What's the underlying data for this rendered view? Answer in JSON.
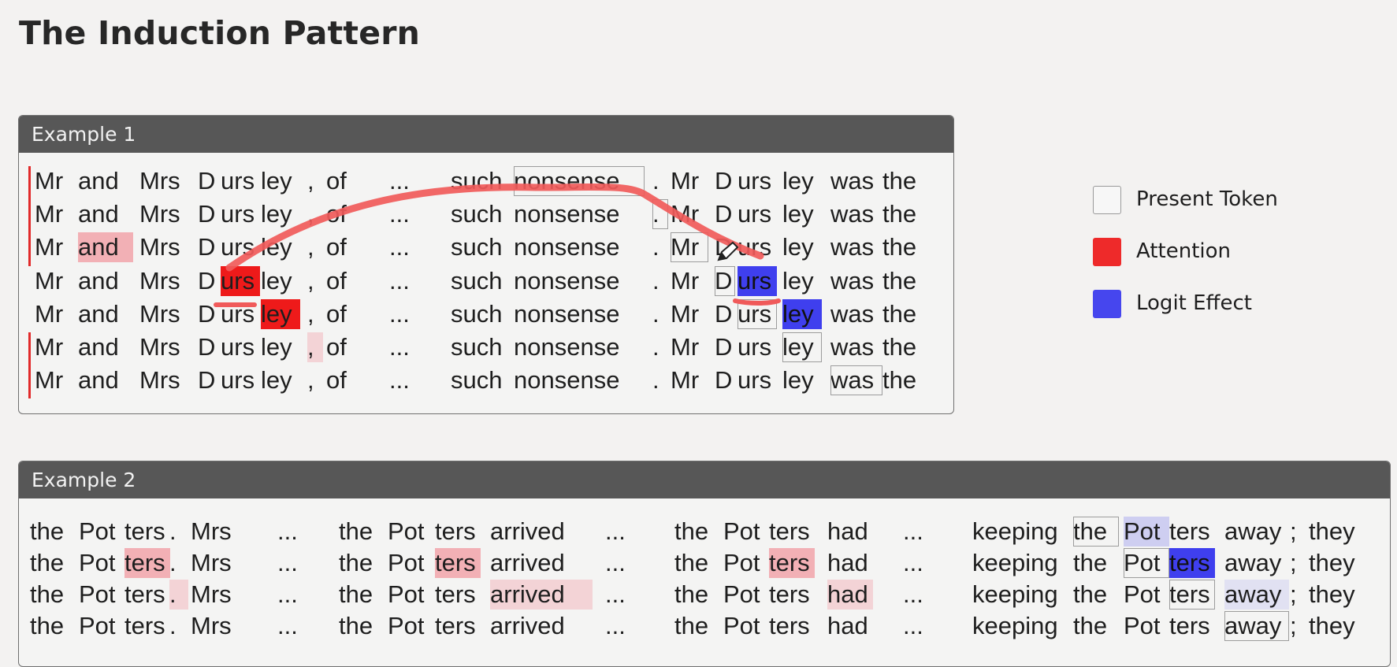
{
  "title": "The Induction Pattern",
  "example1": {
    "header": "Example 1",
    "tokens": [
      "Mr",
      "and",
      "Mrs",
      "D",
      "urs",
      "ley",
      ",",
      "of",
      "...",
      "such",
      "nonsense",
      ".",
      "Mr",
      "D",
      "urs",
      "ley",
      "was",
      "the"
    ]
  },
  "example2": {
    "header": "Example 2",
    "tokens": [
      "the",
      "Pot",
      "ters",
      ".",
      "Mrs",
      "...",
      "the",
      "Pot",
      "ters",
      "arrived",
      "...",
      "the",
      "Pot",
      "ters",
      "had",
      "...",
      "keeping",
      "the",
      "Pot",
      "ters",
      "away",
      ";",
      "they"
    ]
  },
  "legend": [
    {
      "label": "Present Token",
      "color": "#f7f7f7"
    },
    {
      "label": "Attention",
      "color": "#ee2a2a"
    },
    {
      "label": "Logit Effect",
      "color": "#4646ee"
    }
  ],
  "colors": {
    "attention": "#ee1a1a",
    "logit": "#3f3fee",
    "annotation": "#f05a5a"
  }
}
